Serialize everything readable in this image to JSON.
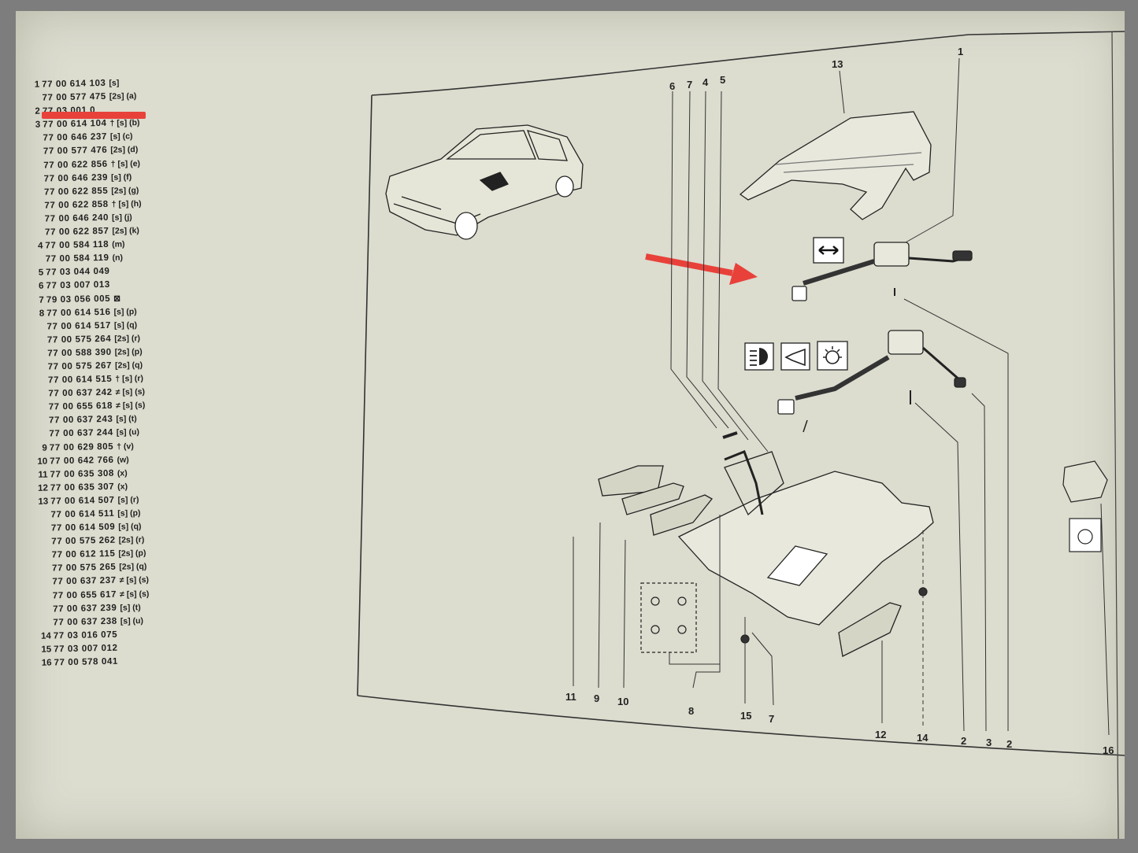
{
  "parts": [
    {
      "no": "1",
      "ref": "77 00 614 103",
      "code": "[s]"
    },
    {
      "no": "",
      "ref": "77 00 577 475",
      "code": "[2s] (a)"
    },
    {
      "no": "2",
      "ref": "77 03 001 0",
      "code": ""
    },
    {
      "no": "3",
      "ref": "77 00 614 104",
      "code": "† [s] (b)"
    },
    {
      "no": "",
      "ref": "77 00 646 237",
      "code": "[s] (c)"
    },
    {
      "no": "",
      "ref": "77 00 577 476",
      "code": "[2s] (d)"
    },
    {
      "no": "",
      "ref": "77 00 622 856",
      "code": "† [s] (e)"
    },
    {
      "no": "",
      "ref": "77 00 646 239",
      "code": "[s] (f)"
    },
    {
      "no": "",
      "ref": "77 00 622 855",
      "code": "[2s] (g)"
    },
    {
      "no": "",
      "ref": "77 00 622 858",
      "code": "† [s] (h)"
    },
    {
      "no": "",
      "ref": "77 00 646 240",
      "code": "[s] (j)"
    },
    {
      "no": "",
      "ref": "77 00 622 857",
      "code": "[2s] (k)"
    },
    {
      "no": "4",
      "ref": "77 00 584 118",
      "code": "(m)"
    },
    {
      "no": "",
      "ref": "77 00 584 119",
      "code": "(n)"
    },
    {
      "no": "5",
      "ref": "77 03 044 049",
      "code": ""
    },
    {
      "no": "6",
      "ref": "77 03 007 013",
      "code": ""
    },
    {
      "no": "7",
      "ref": "79 03 056 005",
      "code": "⊠"
    },
    {
      "no": "8",
      "ref": "77 00 614 516",
      "code": "[s] (p)"
    },
    {
      "no": "",
      "ref": "77 00 614 517",
      "code": "[s] (q)"
    },
    {
      "no": "",
      "ref": "77 00 575 264",
      "code": "[2s] (r)"
    },
    {
      "no": "",
      "ref": "77 00 588 390",
      "code": "[2s] (p)"
    },
    {
      "no": "",
      "ref": "77 00 575 267",
      "code": "[2s] (q)"
    },
    {
      "no": "",
      "ref": "77 00 614 515",
      "code": "† [s] (r)"
    },
    {
      "no": "",
      "ref": "77 00 637 242",
      "code": "≠ [s] (s)"
    },
    {
      "no": "",
      "ref": "77 00 655 618",
      "code": "≠ [s] (s)"
    },
    {
      "no": "",
      "ref": "77 00 637 243",
      "code": "[s] (t)"
    },
    {
      "no": "",
      "ref": "77 00 637 244",
      "code": "[s] (u)"
    },
    {
      "no": "9",
      "ref": "77 00 629 805",
      "code": "† (v)"
    },
    {
      "no": "10",
      "ref": "77 00 642 766",
      "code": "(w)"
    },
    {
      "no": "11",
      "ref": "77 00 635 308",
      "code": "(x)"
    },
    {
      "no": "12",
      "ref": "77 00 635 307",
      "code": "(x)"
    },
    {
      "no": "13",
      "ref": "77 00 614 507",
      "code": "[s] (r)"
    },
    {
      "no": "",
      "ref": "77 00 614 511",
      "code": "[s] (p)"
    },
    {
      "no": "",
      "ref": "77 00 614 509",
      "code": "[s] (q)"
    },
    {
      "no": "",
      "ref": "77 00 575 262",
      "code": "[2s] (r)"
    },
    {
      "no": "",
      "ref": "77 00 612 115",
      "code": "[2s] (p)"
    },
    {
      "no": "",
      "ref": "77 00 575 265",
      "code": "[2s] (q)"
    },
    {
      "no": "",
      "ref": "77 00 637 237",
      "code": "≠ [s] (s)"
    },
    {
      "no": "",
      "ref": "77 00 655 617",
      "code": "≠ [s] (s)"
    },
    {
      "no": "",
      "ref": "77 00 637 239",
      "code": "[s] (t)"
    },
    {
      "no": "",
      "ref": "77 00 637 238",
      "code": "[s] (u)"
    },
    {
      "no": "14",
      "ref": "77 03 016 075",
      "code": ""
    },
    {
      "no": "15",
      "ref": "77 03 007 012",
      "code": ""
    },
    {
      "no": "16",
      "ref": "77 00 578 041",
      "code": ""
    }
  ],
  "callouts": {
    "c13": "13",
    "c1": "1",
    "c6": "6",
    "c7top": "7",
    "c4": "4",
    "c5": "5",
    "c11": "11",
    "c9": "9",
    "c10": "10",
    "c8": "8",
    "c15": "15",
    "c7": "7",
    "c12": "12",
    "c14": "14",
    "c2a": "2",
    "c3": "3",
    "c2b": "2",
    "c16": "16"
  },
  "colors": {
    "paper": "#dcdccf",
    "ink": "#222222",
    "annotation_red": "#e8413a",
    "frame": "#7d7d7d"
  },
  "icons": [
    "headlight-icon",
    "horn-icon",
    "interior-light-icon",
    "direction-arrow-icon",
    "car-illustration",
    "steering-column-switch-icon"
  ]
}
